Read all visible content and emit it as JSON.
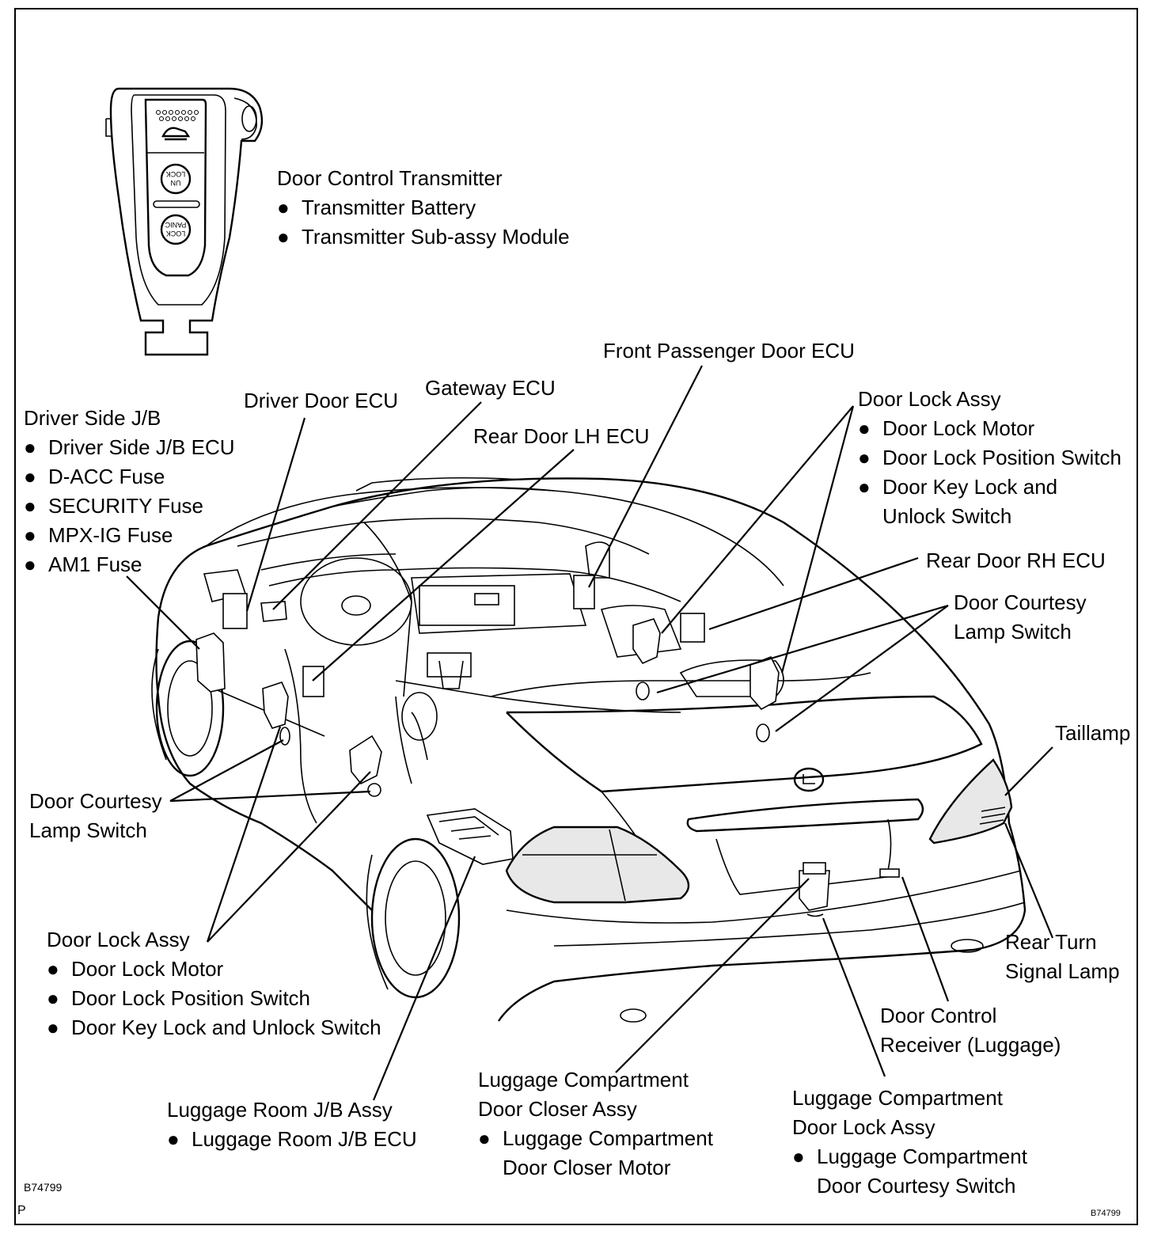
{
  "figure_code": "B74799",
  "page_letter": "P",
  "corner_code": "B74799",
  "transmitter_buttons": [
    "UN LOCK",
    "LOCK PANIC"
  ],
  "labels": {
    "transmitter": {
      "title": "Door Control Transmitter",
      "items": [
        "Transmitter Battery",
        "Transmitter Sub-assy Module"
      ]
    },
    "front_passenger_door_ecu": "Front Passenger Door ECU",
    "gateway_ecu": "Gateway ECU",
    "driver_door_ecu": "Driver Door ECU",
    "rear_door_lh_ecu": "Rear Door LH ECU",
    "driver_side_jb": {
      "title": "Driver Side J/B",
      "items": [
        "Driver Side J/B ECU",
        "D-ACC Fuse",
        "SECURITY Fuse",
        "MPX-IG Fuse",
        "AM1 Fuse"
      ]
    },
    "door_lock_assy_right": {
      "title": "Door Lock Assy",
      "items": [
        "Door Lock Motor",
        "Door Lock Position Switch",
        "Door Key Lock and"
      ],
      "continuation": "Unlock Switch"
    },
    "rear_door_rh_ecu": "Rear Door RH ECU",
    "door_courtesy_right": {
      "line1": "Door Courtesy",
      "line2": "Lamp Switch"
    },
    "taillamp": "Taillamp",
    "door_courtesy_left": {
      "line1": "Door Courtesy",
      "line2": "Lamp Switch"
    },
    "rear_turn_signal": {
      "line1": "Rear Turn",
      "line2": "Signal Lamp"
    },
    "door_lock_assy_left": {
      "title": "Door Lock Assy",
      "items": [
        "Door Lock Motor",
        "Door Lock Position Switch",
        "Door Key Lock and Unlock Switch"
      ]
    },
    "door_control_receiver": {
      "line1": "Door Control",
      "line2": "Receiver (Luggage)"
    },
    "luggage_room_jb": {
      "title": "Luggage Room J/B Assy",
      "items": [
        "Luggage Room J/B ECU"
      ]
    },
    "luggage_closer": {
      "title1": "Luggage Compartment",
      "title2": "Door Closer Assy",
      "item1": "Luggage Compartment",
      "item2": "Door Closer Motor"
    },
    "luggage_lock": {
      "title1": "Luggage Compartment",
      "title2": "Door Lock Assy",
      "item1": "Luggage Compartment",
      "item2": "Door Courtesy Switch"
    }
  }
}
